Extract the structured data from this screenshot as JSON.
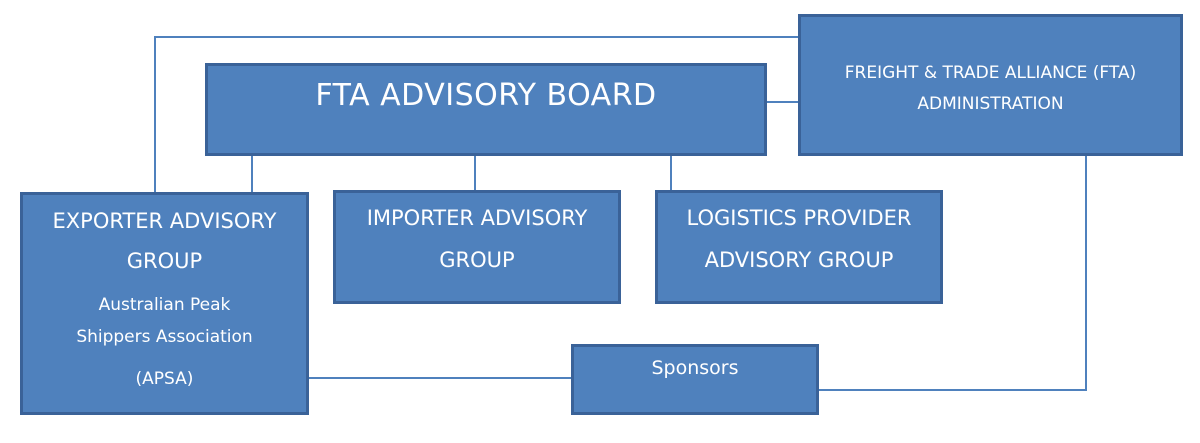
{
  "diagram": {
    "type": "organization-chart",
    "colors": {
      "box_fill": "#4f81bd",
      "box_border": "#3a6298",
      "connector": "#4f81bd",
      "text": "#ffffff",
      "background": "#ffffff"
    },
    "nodes": {
      "board": {
        "title": "FTA ADVISORY BOARD"
      },
      "admin": {
        "lines": [
          "FREIGHT & TRADE ALLIANCE (FTA)",
          "ADMINISTRATION"
        ]
      },
      "exporter": {
        "title_lines": [
          "EXPORTER ADVISORY",
          "GROUP"
        ],
        "sub_lines": [
          "Australian Peak",
          "Shippers Association",
          "(APSA)"
        ]
      },
      "importer": {
        "title_lines": [
          "IMPORTER ADVISORY",
          "GROUP"
        ]
      },
      "logistics": {
        "title_lines": [
          "LOGISTICS PROVIDER",
          "ADVISORY GROUP"
        ]
      },
      "sponsors": {
        "title": "Sponsors"
      }
    },
    "edges": [
      {
        "from": "board",
        "to": "admin"
      },
      {
        "from": "admin",
        "to": "exporter"
      },
      {
        "from": "board",
        "to": "exporter"
      },
      {
        "from": "board",
        "to": "importer"
      },
      {
        "from": "board",
        "to": "logistics"
      },
      {
        "from": "exporter",
        "to": "sponsors"
      },
      {
        "from": "admin",
        "to": "sponsors"
      }
    ]
  }
}
